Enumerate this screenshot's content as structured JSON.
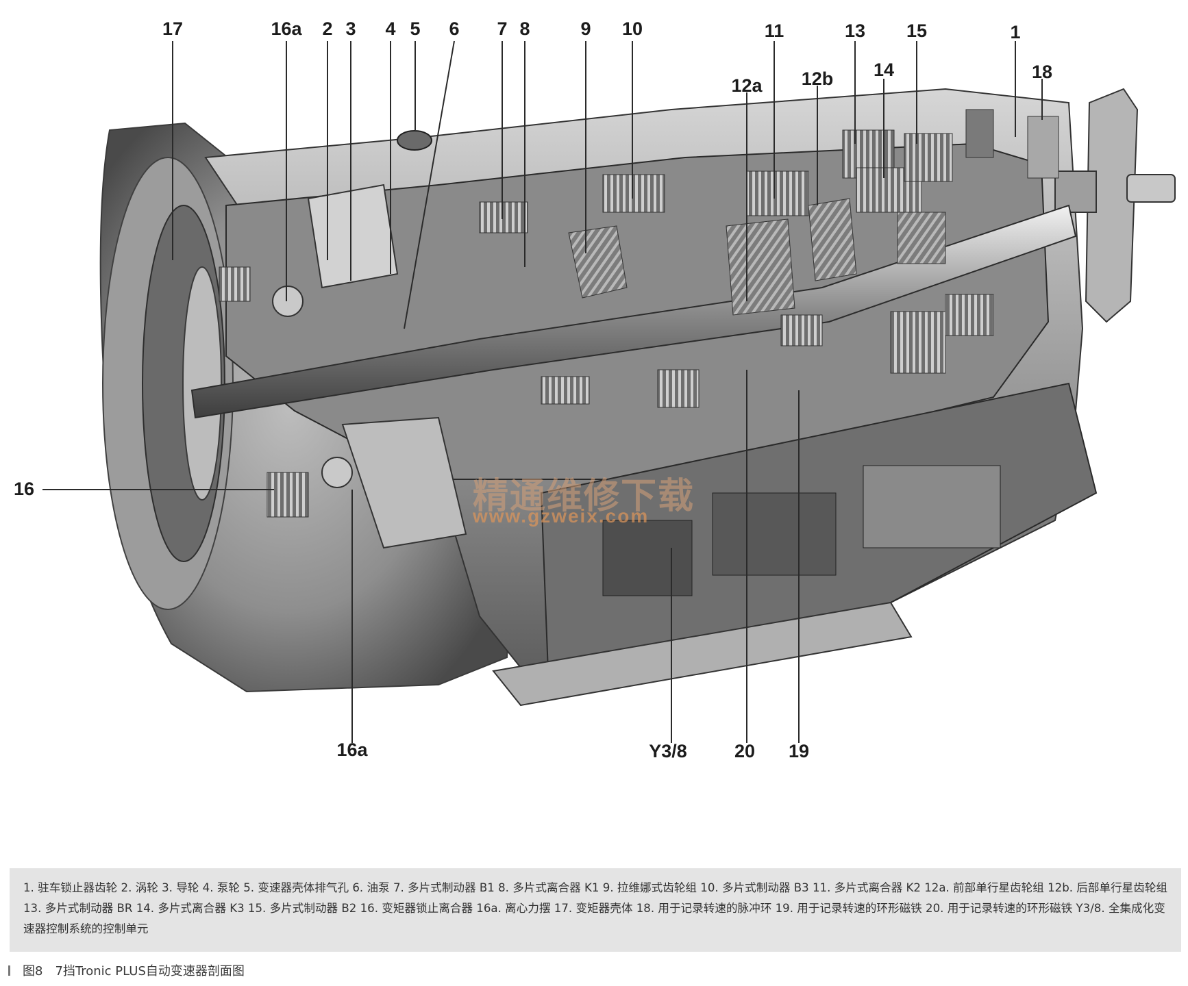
{
  "callouts": {
    "c17": "17",
    "c16a_top": "16a",
    "c2": "2",
    "c3": "3",
    "c4": "4",
    "c5": "5",
    "c6": "6",
    "c7": "7",
    "c8": "8",
    "c9": "9",
    "c10": "10",
    "c11": "11",
    "c12a": "12a",
    "c12b": "12b",
    "c13": "13",
    "c14": "14",
    "c15": "15",
    "c1": "1",
    "c18": "18",
    "c16": "16",
    "c16a_bottom": "16a",
    "cY38": "Y3/8",
    "c20": "20",
    "c19": "19"
  },
  "watermark": {
    "text": "精通维修下载",
    "url": "www.gzweix.com"
  },
  "caption": {
    "text": "1. 驻车锁止器齿轮 2. 涡轮 3. 导轮 4. 泵轮 5. 变速器壳体排气孔 6. 油泵 7. 多片式制动器 B1 8. 多片式离合器 K1 9. 拉维娜式齿轮组 10. 多片式制动器 B3 11. 多片式离合器 K2 12a. 前部单行星齿轮组 12b. 后部单行星齿轮组 13. 多片式制动器 BR 14. 多片式离合器 K3 15. 多片式制动器 B2 16. 变矩器锁止离合器 16a. 离心力摆 17. 变矩器壳体 18. 用于记录转速的脉冲环 19. 用于记录转速的环形磁铁 20. 用于记录转速的环形磁铁 Y3/8. 全集成化变速器控制系统的控制单元",
    "figure_title": "图8　7挡Tronic PLUS自动变速器剖面图"
  }
}
